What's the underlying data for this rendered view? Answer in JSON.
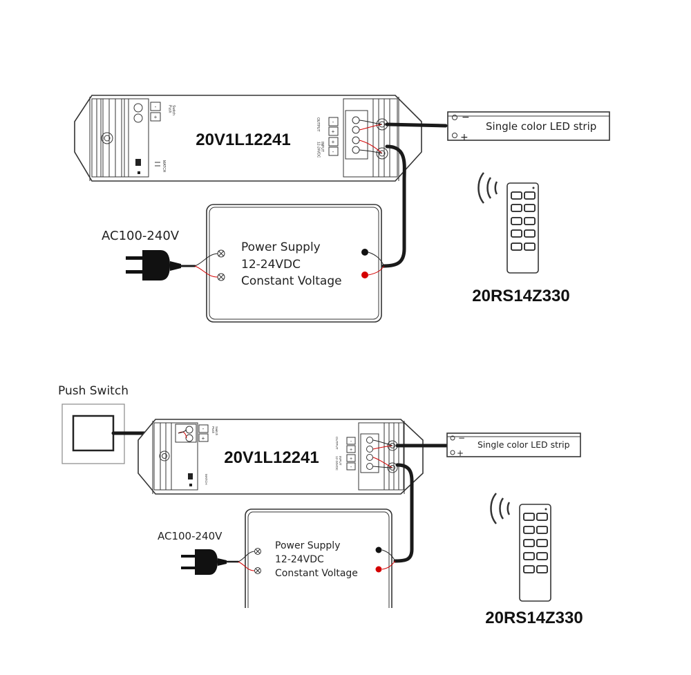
{
  "colors": {
    "line": "#333333",
    "cable": "#1a1a1a",
    "positive": "#d40000",
    "negative": "#111111"
  },
  "diagram1": {
    "controller": {
      "model": "20V1L12241",
      "switch_label": "Switch\nPush",
      "match_label": "MATCH",
      "output_label": "OUTPUT",
      "input_label": "INPUT\n12-24VDC",
      "terminal_minus": "-",
      "terminal_plus": "+"
    },
    "led_strip": {
      "label": "Single color LED strip",
      "minus": "−",
      "plus": "+"
    },
    "power_supply": {
      "line1": "Power Supply",
      "line2": "12-24VDC",
      "line3": "Constant Voltage"
    },
    "ac_label": "AC100-240V",
    "remote": {
      "model": "20RS14Z330",
      "icon": "remote-control-icon"
    }
  },
  "diagram2": {
    "push_switch": {
      "label": "Push Switch"
    },
    "controller": {
      "model": "20V1L12241",
      "switch_label": "Switch\nPush",
      "match_label": "MATCH",
      "output_label": "OUTPUT",
      "input_label": "INPUT\n12-24VDC",
      "terminal_minus": "-",
      "terminal_plus": "+"
    },
    "led_strip": {
      "label": "Single color LED strip",
      "minus": "−",
      "plus": "+"
    },
    "power_supply": {
      "line1": "Power Supply",
      "line2": "12-24VDC",
      "line3": "Constant Voltage"
    },
    "ac_label": "AC100-240V",
    "remote": {
      "model": "20RS14Z330",
      "icon": "remote-control-icon"
    }
  }
}
